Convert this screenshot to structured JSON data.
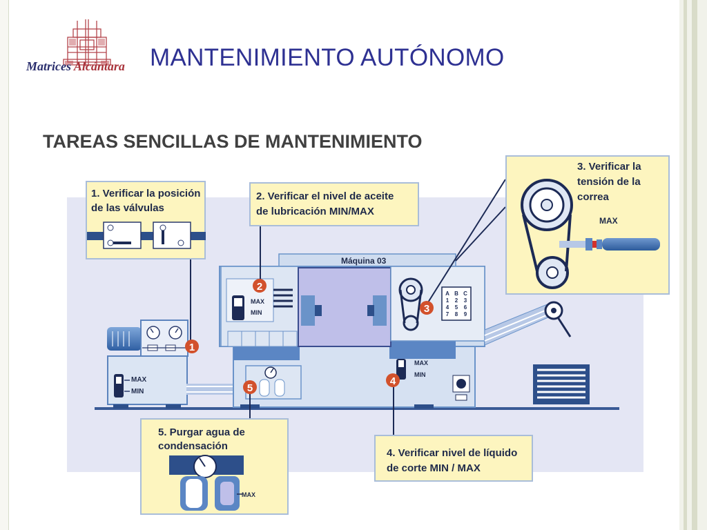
{
  "header": {
    "logo_text_part1": "Matrices",
    "logo_text_part2": "Alcántara",
    "title": "MANTENIMIENTO AUTÓNOMO",
    "subtitle": "TAREAS SENCILLAS DE MANTENIMIENTO"
  },
  "callouts": {
    "c1_line1": "1. Verificar la posición",
    "c1_line2": "de las válvulas",
    "c2_line1": "2. Verificar el nivel de aceite",
    "c2_line2": "de lubricación MIN/MAX",
    "c3_line1": "3. Verificar la",
    "c3_line2": "tensión de la",
    "c3_line3": "correa",
    "c3_max": "MAX",
    "c4_line1": "4. Verificar nivel de líquido",
    "c4_line2": "de corte MIN / MAX",
    "c5_line1": "5. Purgar agua de",
    "c5_line2": "condensación",
    "c5_max": "MAX"
  },
  "machine": {
    "name": "Máquina 03",
    "max": "MAX",
    "min": "MIN",
    "keypad": [
      "A",
      "B",
      "C",
      "1",
      "2",
      "3",
      "4",
      "5",
      "6",
      "7",
      "8",
      "9"
    ]
  },
  "markers": [
    "1",
    "2",
    "3",
    "4",
    "5"
  ],
  "colors": {
    "title": "#2e3192",
    "callout_bg": "#fdf5bf",
    "marker": "#d2512c",
    "machine_blue": "#6a93c9",
    "machine_light": "#dde6f3",
    "spindle_purple": "#bfbfe9",
    "background_panel": "#e4e6f4"
  }
}
